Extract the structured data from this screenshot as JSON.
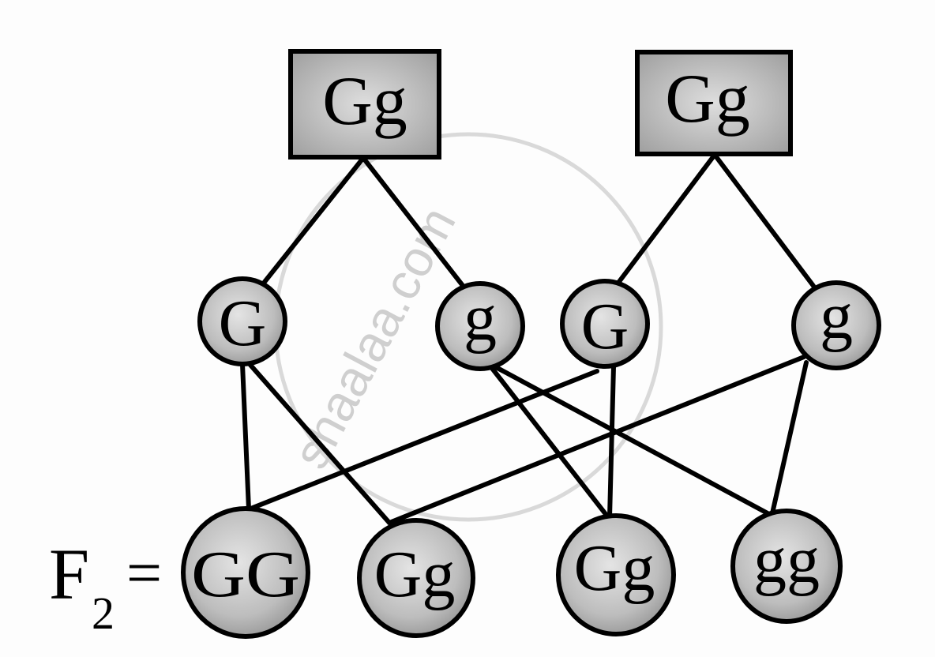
{
  "diagram": {
    "title": "Monohybrid cross F2 generation",
    "parents": [
      {
        "id": "p1",
        "label": "Gg"
      },
      {
        "id": "p2",
        "label": "Gg"
      }
    ],
    "gametes": [
      {
        "id": "g1",
        "label": "G",
        "parent": "p1"
      },
      {
        "id": "g2",
        "label": "g",
        "parent": "p1"
      },
      {
        "id": "g3",
        "label": "G",
        "parent": "p2"
      },
      {
        "id": "g4",
        "label": "g",
        "parent": "p2"
      }
    ],
    "offspring_label_main": "F",
    "offspring_label_sub": "2",
    "offspring_label_eq": "=",
    "offspring": [
      {
        "id": "o1",
        "label": "GG"
      },
      {
        "id": "o2",
        "label": "Gg"
      },
      {
        "id": "o3",
        "label": "Gg"
      },
      {
        "id": "o4",
        "label": "gg"
      }
    ],
    "edges": [
      [
        "p1",
        "g1"
      ],
      [
        "p1",
        "g2"
      ],
      [
        "p2",
        "g3"
      ],
      [
        "p2",
        "g4"
      ],
      [
        "g1",
        "o1"
      ],
      [
        "g1",
        "o2"
      ],
      [
        "g2",
        "o3"
      ],
      [
        "g2",
        "o4"
      ],
      [
        "g3",
        "o1"
      ],
      [
        "g3",
        "o3"
      ],
      [
        "g4",
        "o2"
      ],
      [
        "g4",
        "o4"
      ]
    ],
    "colors": {
      "node_fill_light": "#dcdcdc",
      "node_fill_dark": "#9c9c9c",
      "stroke": "#000000",
      "watermark": "#d6d6d6"
    }
  },
  "watermark": {
    "text": "shaalaa.com"
  }
}
